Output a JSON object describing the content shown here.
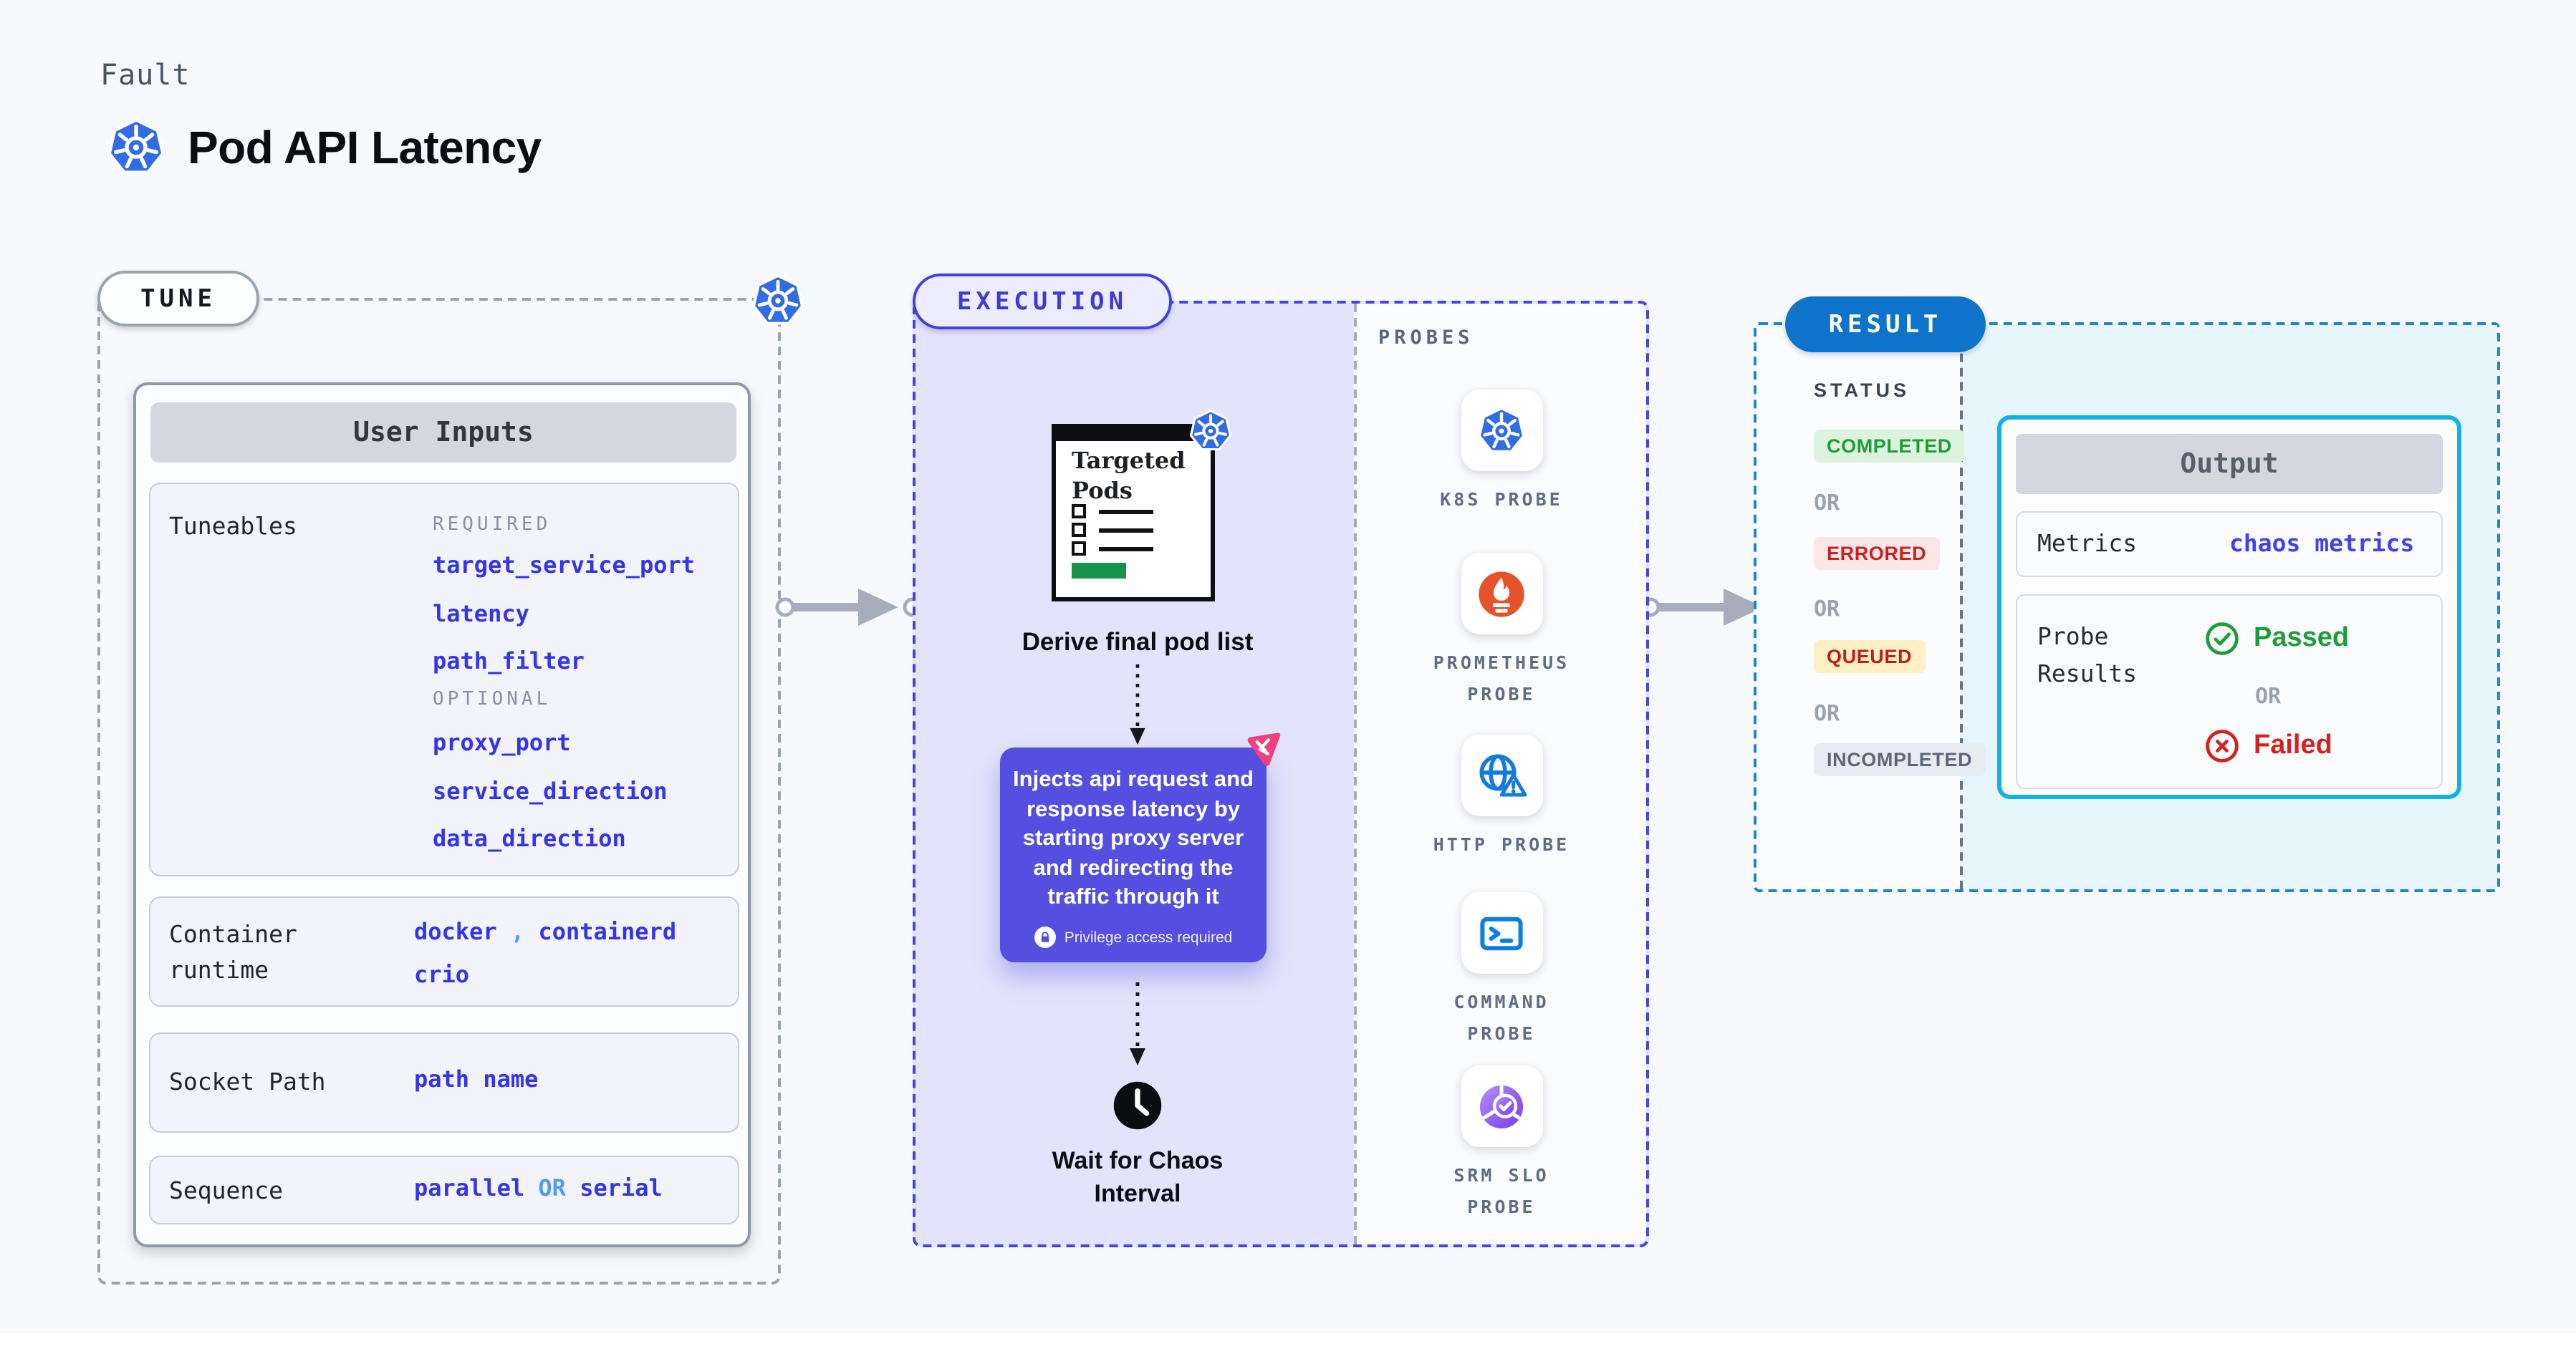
{
  "header": {
    "kicker": "Fault",
    "title": "Pod API Latency",
    "title_icon": "kubernetes-icon"
  },
  "tune": {
    "pill_label": "TUNE",
    "corner_icon": "kubernetes-icon",
    "user_inputs": {
      "title": "User Inputs",
      "tuneables": {
        "label": "Tuneables",
        "required_heading": "REQUIRED",
        "required_items": [
          "target_service_port",
          "latency",
          "path_filter"
        ],
        "optional_heading": "OPTIONAL",
        "optional_items": [
          "proxy_port",
          "service_direction",
          "data_direction"
        ]
      },
      "container_runtime": {
        "label": "Container runtime",
        "value_a": "docker",
        "comma": ",",
        "value_b": "containerd",
        "value_c": "crio"
      },
      "socket_path": {
        "label": "Socket Path",
        "value": "path name"
      },
      "sequence": {
        "label": "Sequence",
        "value_a": "parallel",
        "or": "OR",
        "value_b": "serial"
      }
    }
  },
  "execution": {
    "pill_label": "EXECUTION",
    "pod_list_card": {
      "title": "Targeted Pods",
      "badge_icon": "kubernetes-icon"
    },
    "derive_caption": "Derive final pod list",
    "inject_note": "Injects api request and response latency by starting proxy server and redirecting the traffic through it",
    "privilege_badge": {
      "icon": "lock-icon",
      "label": "Privilege access required"
    },
    "chaos_icon": "chaos-pink-icon",
    "wait_icon": "clock-icon",
    "wait_caption": "Wait for Chaos Interval"
  },
  "probes": {
    "heading": "PROBES",
    "items": [
      {
        "label": "K8S PROBE",
        "icon": "kubernetes-icon"
      },
      {
        "label": "PROMETHEUS PROBE",
        "icon": "prometheus-icon"
      },
      {
        "label": "HTTP PROBE",
        "icon": "globe-warning-icon"
      },
      {
        "label": "COMMAND PROBE",
        "icon": "terminal-icon"
      },
      {
        "label": "SRM SLO PROBE",
        "icon": "slo-pie-check-icon"
      }
    ]
  },
  "result": {
    "pill_label": "RESULT",
    "status_heading": "STATUS",
    "or_label": "OR",
    "statuses": [
      {
        "label": "COMPLETED",
        "style": "background:#dcf3dd;color:#1e9c39"
      },
      {
        "label": "ERRORED",
        "style": "background:#fbe7e7;color:#cc201f"
      },
      {
        "label": "QUEUED",
        "style": "background:#fcf0c4;color:#bf1d1d"
      },
      {
        "label": "INCOMPLETED",
        "style": "background:#e9ebf2;color:#5d6779"
      }
    ],
    "output": {
      "title": "Output",
      "metrics_label": "Metrics",
      "metrics_value": "chaos metrics",
      "probe_results_label": "Probe Results",
      "passed_label": "Passed",
      "or_label": "OR",
      "failed_label": "Failed",
      "passed_icon": "check-circle-icon",
      "failed_icon": "x-circle-icon"
    }
  },
  "colors": {
    "kubernetes_blue": "#326ce5",
    "prometheus_orange": "#e6522c",
    "http_blue": "#147ae3",
    "command_blue": "#0d7ee6",
    "slo_purple": "#7b3bea",
    "indigo_accent": "#4742e8",
    "inject_purple": "#544fe1",
    "chaos_pink": "#f1407e",
    "result_blue": "#0d73cb",
    "result_border_blue": "#1b85d9",
    "output_cyan_border": "#10b1e6",
    "value_blue": "#3433ee",
    "value_light_blue": "#4f9cf7",
    "passed_green": "#1e9c39",
    "failed_red": "#d32222"
  }
}
